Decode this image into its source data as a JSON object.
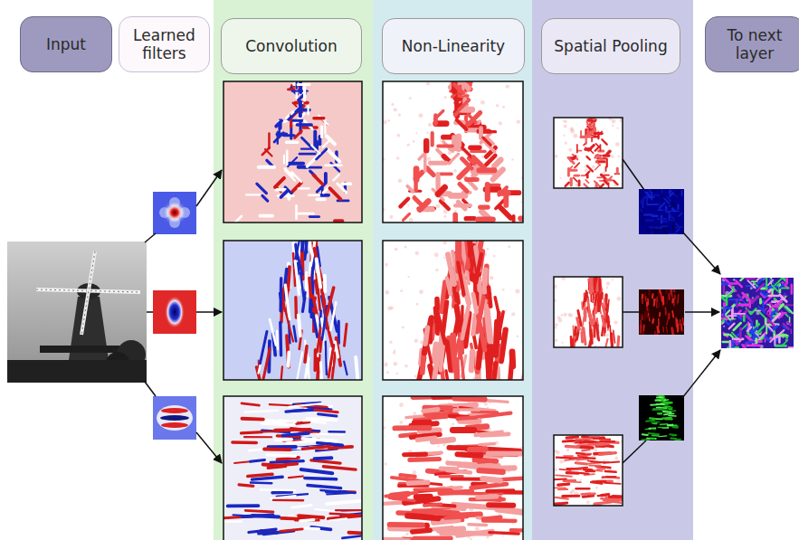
{
  "diagram": {
    "nodes": [
      {
        "text": [
          "Input"
        ]
      },
      {
        "text": [
          "Learned filters"
        ]
      },
      {
        "text": [
          "Convolution"
        ]
      },
      {
        "text": [
          "Non-Linearity"
        ]
      },
      {
        "text": [
          "Spatial Pooling"
        ]
      },
      {
        "text": [
          "To next layer"
        ]
      }
    ]
  }
}
